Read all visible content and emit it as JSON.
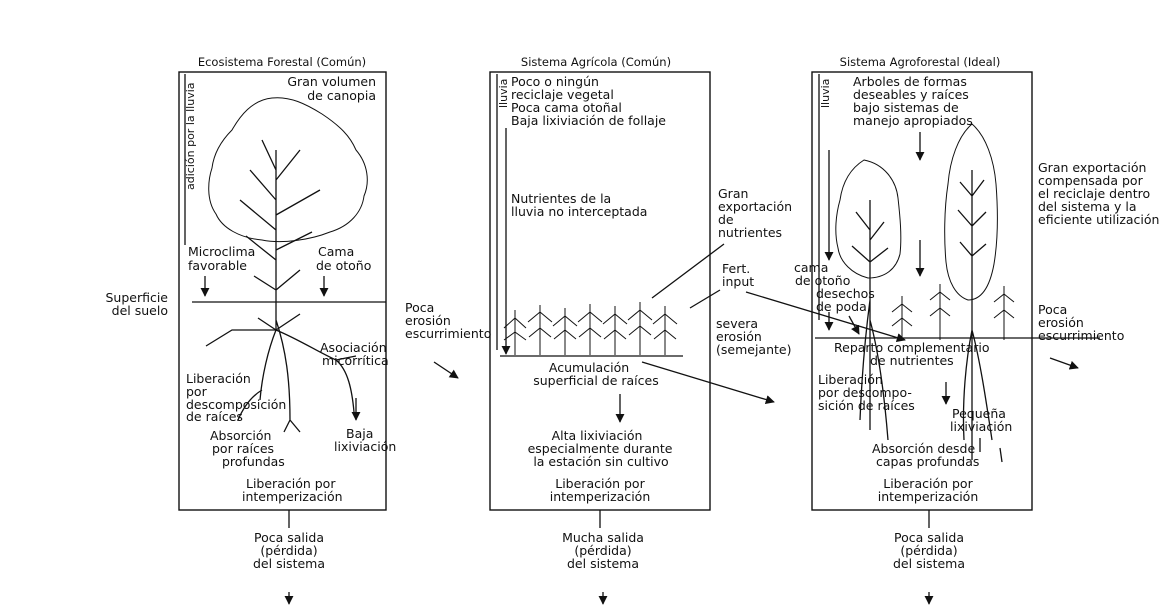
{
  "panels": {
    "forest": {
      "title": "Ecosistema Forestal (Común)",
      "rain_label": "adición por la lluvia",
      "canopy": [
        "Gran volumen",
        "de canopia"
      ],
      "microclimate": [
        "Microclima",
        "favorable"
      ],
      "litter": [
        "Cama",
        "de otoño"
      ],
      "mycorrhiza": [
        "Asociación",
        "micorrítica"
      ],
      "root_release": [
        "Liberación",
        "por",
        "descomposición",
        "de raíces"
      ],
      "deep_uptake": [
        "Absorción",
        "por raíces",
        "profundas"
      ],
      "leaching": [
        "Baja",
        "lixiviación"
      ],
      "weathering": [
        "Liberación por",
        "intemperización"
      ],
      "output": [
        "Poca salida",
        "(pérdida)",
        "del sistema"
      ]
    },
    "agri": {
      "title": "Sistema Agrícola (Común)",
      "rain_label": "lluvia",
      "notes": [
        "Poco o ningún",
        "reciclaje vegetal",
        "Poca cama otoñal",
        "Baja lixiviación de follaje"
      ],
      "rain_nutrients": [
        "Nutrientes de la",
        "lluvia no interceptada"
      ],
      "export": [
        "Gran",
        "exportación",
        "de",
        "nutrientes"
      ],
      "fert": [
        "Fert.",
        "input"
      ],
      "severe_erosion": [
        "severa",
        "erosión",
        "(semejante)"
      ],
      "root_accum": [
        "Acumulación",
        "superficial de raíces"
      ],
      "high_leaching": [
        "Alta lixiviación",
        "especialmente durante",
        "la estación sin cultivo"
      ],
      "weathering": [
        "Liberación por",
        "intemperización"
      ],
      "output": [
        "Mucha salida",
        "(pérdida)",
        "del sistema"
      ]
    },
    "agroforest": {
      "title": "Sistema Agroforestal (Ideal)",
      "rain_label": "lluvia",
      "notes": [
        "Arboles de formas",
        "deseables y raíces",
        "bajo sistemas de",
        "manejo apropiados"
      ],
      "litter": [
        "cama",
        "de otoño",
        "desechos",
        "de poda"
      ],
      "complement": [
        "Reparto complementario",
        "de nutrientes"
      ],
      "root_release": [
        "Liberación",
        "por descompo-",
        "sición de raíces"
      ],
      "small_leaching": [
        "Pequeña",
        "lixiviación"
      ],
      "deep_uptake": [
        "Absorción desde",
        "capas profundas"
      ],
      "weathering": [
        "Liberación por",
        "intemperización"
      ],
      "output": [
        "Poca salida",
        "(pérdida)",
        "del sistema"
      ]
    }
  },
  "outside": {
    "soil_surface": [
      "Superficie",
      "del suelo"
    ],
    "low_erosion_left": [
      "Poca",
      "erosión",
      "escurrimiento"
    ],
    "big_export": [
      "Gran exportación",
      "compensada por",
      "el reciclaje dentro",
      "del sistema y la",
      "eficiente utilización"
    ],
    "low_erosion_right": [
      "Poca",
      "erosión",
      "escurrimiento"
    ]
  }
}
